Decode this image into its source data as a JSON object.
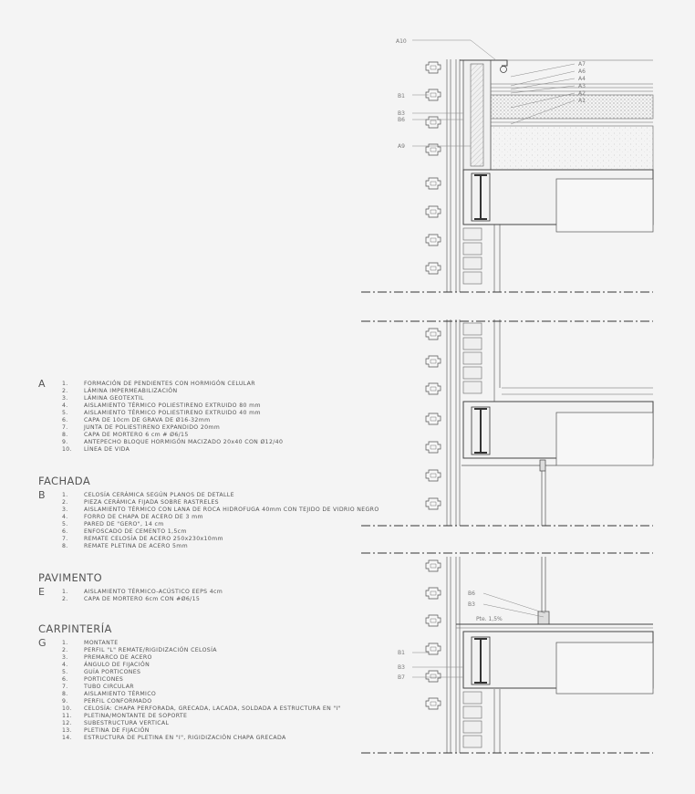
{
  "callouts": {
    "top_left": [
      "A10",
      "B1",
      "B3",
      "B6",
      "A9"
    ],
    "top_right": [
      "A7",
      "A6",
      "A4",
      "A3",
      "A2",
      "A1"
    ],
    "bottom_left": [
      "B1",
      "B3",
      "B7"
    ],
    "bottom_right": [
      "B6",
      "B3"
    ],
    "slope": "Pte. 1,5%"
  },
  "sections": [
    {
      "letter": "A",
      "title": "",
      "items": [
        [
          "1.",
          "FORMACIÓN DE PENDIENTES CON HORMIGÓN CELULAR"
        ],
        [
          "2.",
          "LÁMINA IMPERMEABILIZACIÓN"
        ],
        [
          "3.",
          "LÁMINA GEOTEXTIL"
        ],
        [
          "4.",
          "AISLAMIENTO TÉRMICO POLIESTIRENO EXTRUIDO 80 mm"
        ],
        [
          "5.",
          "AISLAMIENTO TÉRMICO POLIESTIRENO EXTRUIDO 40 mm"
        ],
        [
          "6.",
          "CAPA DE 10cm DE GRAVA DE Ø16-32mm"
        ],
        [
          "7.",
          "JUNTA DE POLIESTIRENO EXPANDIDO 20mm"
        ],
        [
          "8.",
          "CAPA DE MORTERO 6 cm # Ø6/15"
        ],
        [
          "9.",
          "ANTEPECHO BLOQUE HORMIGÓN MACIZADO 20x40 CON Ø12/40"
        ],
        [
          "10.",
          "LÍNEA DE VIDA"
        ]
      ]
    },
    {
      "letter": "B",
      "title": "FACHADA",
      "items": [
        [
          "1.",
          "CELOSÍA CERÁMICA SEGÚN PLANOS DE DETALLE"
        ],
        [
          "2.",
          "PIEZA CERÁMICA FIJADA SOBRE RASTRELES"
        ],
        [
          "3.",
          "AISLAMIENTO TÉRMICO CON LANA DE ROCA HIDROFUGA 40mm CON TEJIDO DE VIDRIO NEGRO"
        ],
        [
          "4.",
          "FORRO DE CHAPA DE ACERO DE 3 mm"
        ],
        [
          "5.",
          "PARED DE \"GERO\", 14 cm"
        ],
        [
          "6.",
          "ENFOSCADO DE CEMENTO 1,5cm"
        ],
        [
          "7.",
          "REMATE CELOSÍA DE ACERO 250x230x10mm"
        ],
        [
          "8.",
          "REMATE PLETINA DE ACERO 5mm"
        ]
      ]
    },
    {
      "letter": "E",
      "title": "PAVIMENTO",
      "items": [
        [
          "1.",
          "AISLAMIENTO TÉRMICO-ACÚSTICO EEPS 4cm"
        ],
        [
          "2.",
          "CAPA DE MORTERO 6cm CON #Ø6/15"
        ]
      ]
    },
    {
      "letter": "G",
      "title": "CARPINTERÍA",
      "items": [
        [
          "1.",
          "MONTANTE"
        ],
        [
          "2.",
          "PERFIL \"L\" REMATE/RIGIDIZACIÓN CELOSÍA"
        ],
        [
          "3.",
          "PREMARCO DE ACERO"
        ],
        [
          "4.",
          "ÁNGULO DE FIJACIÓN"
        ],
        [
          "5.",
          "GUÍA PORTICONES"
        ],
        [
          "6.",
          "PORTICONES"
        ],
        [
          "7.",
          "TUBO CIRCULAR"
        ],
        [
          "8.",
          "AISLAMIENTO TÉRMICO"
        ],
        [
          "9.",
          "PERFIL CONFORMADO"
        ],
        [
          "10.",
          "CELOSÍA: CHAPA PERFORADA, GRECADA, LACADA, SOLDADA A ESTRUCTURA EN \"I\""
        ],
        [
          "11.",
          "PLETINA/MONTANTE DE SOPORTE"
        ],
        [
          "12.",
          "SUBESTRUCTURA VERTICAL"
        ],
        [
          "13.",
          "PLETINA DE FIJACIÓN"
        ],
        [
          "14.",
          "ESTRUCTURA DE PLETINA EN \"I\", RIGIDIZACIÓN CHAPA GRECADA"
        ]
      ]
    }
  ]
}
